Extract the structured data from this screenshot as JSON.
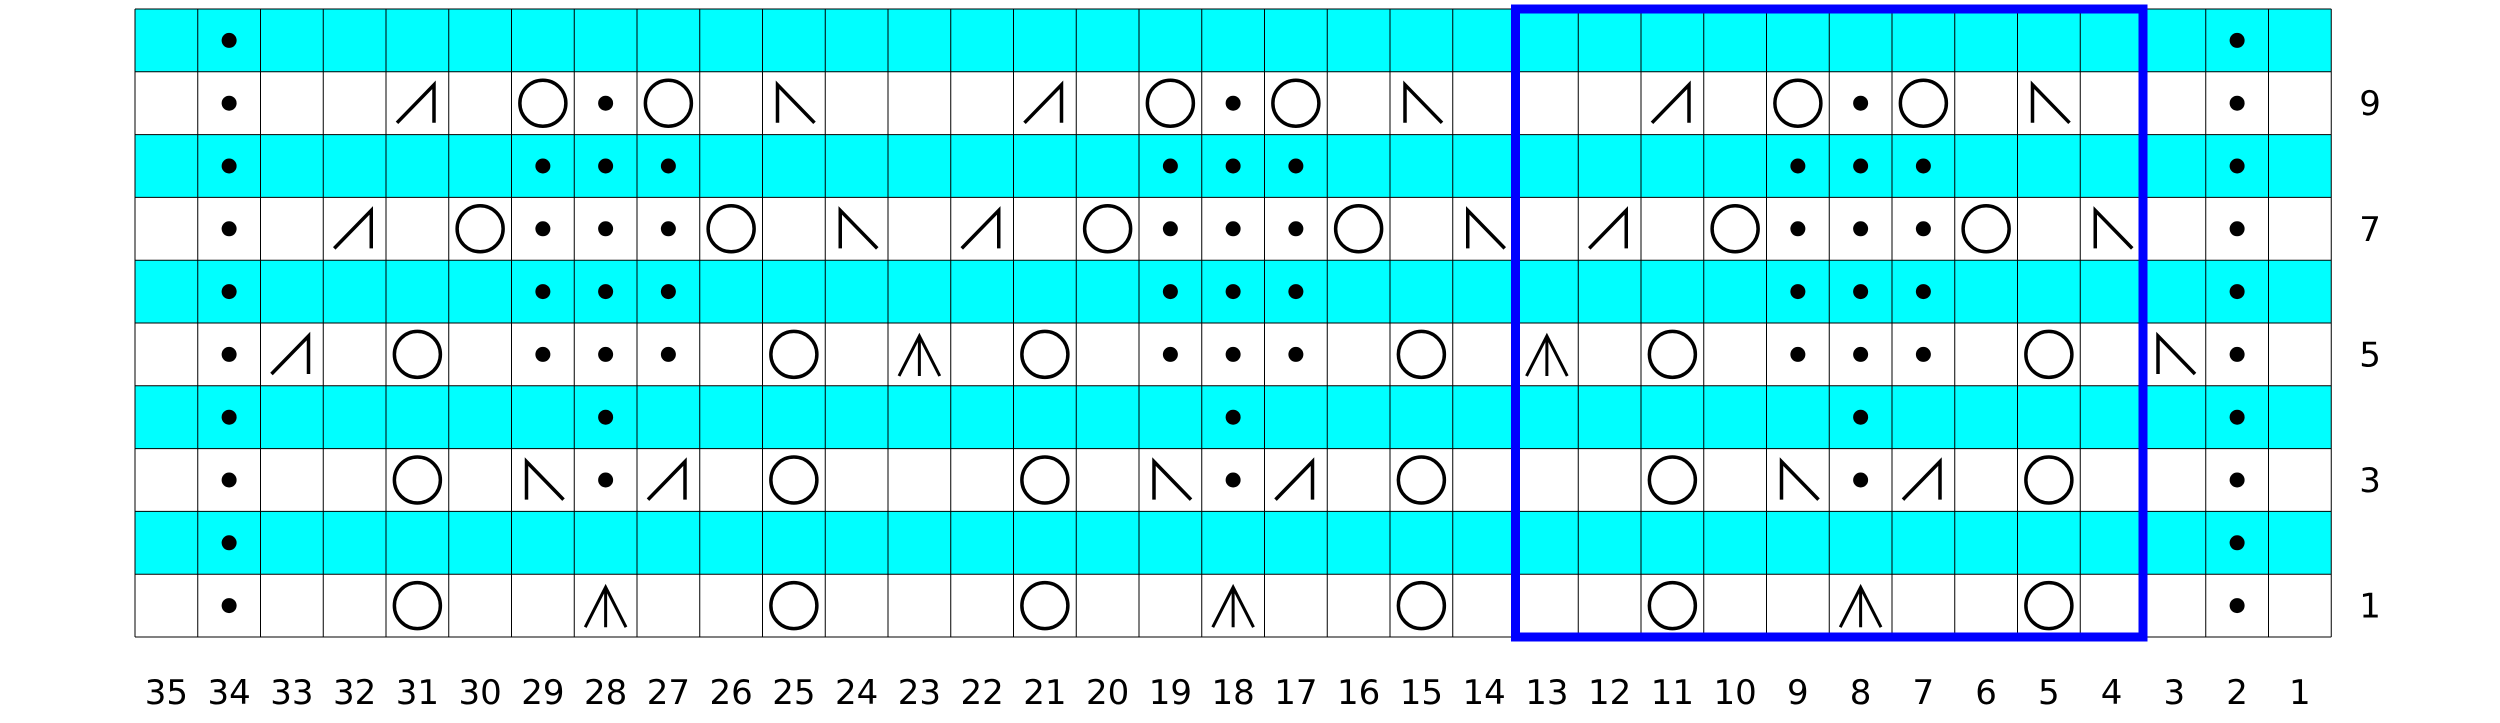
{
  "chart": {
    "columns": 35,
    "rows": 10,
    "row_numbers": [
      "1",
      "3",
      "5",
      "7",
      "9"
    ],
    "column_numbers": [
      "35",
      "34",
      "33",
      "32",
      "31",
      "30",
      "29",
      "28",
      "27",
      "26",
      "25",
      "24",
      "23",
      "22",
      "21",
      "20",
      "19",
      "18",
      "17",
      "16",
      "15",
      "14",
      "13",
      "12",
      "11",
      "10",
      "9",
      "8",
      "7",
      "6",
      "5",
      "4",
      "3",
      "2",
      "1"
    ],
    "colors": {
      "wrong_side_row": "#00ffff",
      "right_side_row": "#ffffff",
      "grid_line": "#000000",
      "repeat_box": "#0000ff",
      "symbol": "#000000"
    },
    "repeat": {
      "first_stitch": 4,
      "last_stitch": 13,
      "first_row": 1,
      "last_row": 10
    },
    "legend_icons": {
      "purl": "dot-icon",
      "yo": "circle-icon",
      "k2tog": "right-slant-decrease-icon",
      "ssk": "left-slant-decrease-icon",
      "cdd": "centered-double-decrease-icon"
    },
    "stitches": [
      {
        "row": 1,
        "col": 34,
        "sym": "purl"
      },
      {
        "row": 1,
        "col": 31,
        "sym": "yo"
      },
      {
        "row": 1,
        "col": 28,
        "sym": "cdd"
      },
      {
        "row": 1,
        "col": 25,
        "sym": "yo"
      },
      {
        "row": 1,
        "col": 21,
        "sym": "yo"
      },
      {
        "row": 1,
        "col": 18,
        "sym": "cdd"
      },
      {
        "row": 1,
        "col": 15,
        "sym": "yo"
      },
      {
        "row": 1,
        "col": 11,
        "sym": "yo"
      },
      {
        "row": 1,
        "col": 8,
        "sym": "cdd"
      },
      {
        "row": 1,
        "col": 5,
        "sym": "yo"
      },
      {
        "row": 1,
        "col": 2,
        "sym": "purl"
      },
      {
        "row": 2,
        "col": 34,
        "sym": "purl"
      },
      {
        "row": 2,
        "col": 2,
        "sym": "purl"
      },
      {
        "row": 3,
        "col": 34,
        "sym": "purl"
      },
      {
        "row": 3,
        "col": 31,
        "sym": "yo"
      },
      {
        "row": 3,
        "col": 29,
        "sym": "ssk"
      },
      {
        "row": 3,
        "col": 28,
        "sym": "purl"
      },
      {
        "row": 3,
        "col": 27,
        "sym": "k2tog"
      },
      {
        "row": 3,
        "col": 25,
        "sym": "yo"
      },
      {
        "row": 3,
        "col": 21,
        "sym": "yo"
      },
      {
        "row": 3,
        "col": 19,
        "sym": "ssk"
      },
      {
        "row": 3,
        "col": 18,
        "sym": "purl"
      },
      {
        "row": 3,
        "col": 17,
        "sym": "k2tog"
      },
      {
        "row": 3,
        "col": 15,
        "sym": "yo"
      },
      {
        "row": 3,
        "col": 11,
        "sym": "yo"
      },
      {
        "row": 3,
        "col": 9,
        "sym": "ssk"
      },
      {
        "row": 3,
        "col": 8,
        "sym": "purl"
      },
      {
        "row": 3,
        "col": 7,
        "sym": "k2tog"
      },
      {
        "row": 3,
        "col": 5,
        "sym": "yo"
      },
      {
        "row": 3,
        "col": 2,
        "sym": "purl"
      },
      {
        "row": 4,
        "col": 34,
        "sym": "purl"
      },
      {
        "row": 4,
        "col": 28,
        "sym": "purl"
      },
      {
        "row": 4,
        "col": 18,
        "sym": "purl"
      },
      {
        "row": 4,
        "col": 8,
        "sym": "purl"
      },
      {
        "row": 4,
        "col": 2,
        "sym": "purl"
      },
      {
        "row": 5,
        "col": 34,
        "sym": "purl"
      },
      {
        "row": 5,
        "col": 33,
        "sym": "k2tog"
      },
      {
        "row": 5,
        "col": 31,
        "sym": "yo"
      },
      {
        "row": 5,
        "col": 29,
        "sym": "purl"
      },
      {
        "row": 5,
        "col": 28,
        "sym": "purl"
      },
      {
        "row": 5,
        "col": 27,
        "sym": "purl"
      },
      {
        "row": 5,
        "col": 25,
        "sym": "yo"
      },
      {
        "row": 5,
        "col": 23,
        "sym": "cdd"
      },
      {
        "row": 5,
        "col": 21,
        "sym": "yo"
      },
      {
        "row": 5,
        "col": 19,
        "sym": "purl"
      },
      {
        "row": 5,
        "col": 18,
        "sym": "purl"
      },
      {
        "row": 5,
        "col": 17,
        "sym": "purl"
      },
      {
        "row": 5,
        "col": 15,
        "sym": "yo"
      },
      {
        "row": 5,
        "col": 13,
        "sym": "cdd"
      },
      {
        "row": 5,
        "col": 11,
        "sym": "yo"
      },
      {
        "row": 5,
        "col": 9,
        "sym": "purl"
      },
      {
        "row": 5,
        "col": 8,
        "sym": "purl"
      },
      {
        "row": 5,
        "col": 7,
        "sym": "purl"
      },
      {
        "row": 5,
        "col": 5,
        "sym": "yo"
      },
      {
        "row": 5,
        "col": 3,
        "sym": "ssk"
      },
      {
        "row": 5,
        "col": 2,
        "sym": "purl"
      },
      {
        "row": 6,
        "col": 34,
        "sym": "purl"
      },
      {
        "row": 6,
        "col": 29,
        "sym": "purl"
      },
      {
        "row": 6,
        "col": 28,
        "sym": "purl"
      },
      {
        "row": 6,
        "col": 27,
        "sym": "purl"
      },
      {
        "row": 6,
        "col": 19,
        "sym": "purl"
      },
      {
        "row": 6,
        "col": 18,
        "sym": "purl"
      },
      {
        "row": 6,
        "col": 17,
        "sym": "purl"
      },
      {
        "row": 6,
        "col": 9,
        "sym": "purl"
      },
      {
        "row": 6,
        "col": 8,
        "sym": "purl"
      },
      {
        "row": 6,
        "col": 7,
        "sym": "purl"
      },
      {
        "row": 6,
        "col": 2,
        "sym": "purl"
      },
      {
        "row": 7,
        "col": 34,
        "sym": "purl"
      },
      {
        "row": 7,
        "col": 32,
        "sym": "k2tog"
      },
      {
        "row": 7,
        "col": 30,
        "sym": "yo"
      },
      {
        "row": 7,
        "col": 29,
        "sym": "purl"
      },
      {
        "row": 7,
        "col": 28,
        "sym": "purl"
      },
      {
        "row": 7,
        "col": 27,
        "sym": "purl"
      },
      {
        "row": 7,
        "col": 26,
        "sym": "yo"
      },
      {
        "row": 7,
        "col": 24,
        "sym": "ssk"
      },
      {
        "row": 7,
        "col": 22,
        "sym": "k2tog"
      },
      {
        "row": 7,
        "col": 20,
        "sym": "yo"
      },
      {
        "row": 7,
        "col": 19,
        "sym": "purl"
      },
      {
        "row": 7,
        "col": 18,
        "sym": "purl"
      },
      {
        "row": 7,
        "col": 17,
        "sym": "purl"
      },
      {
        "row": 7,
        "col": 16,
        "sym": "yo"
      },
      {
        "row": 7,
        "col": 14,
        "sym": "ssk"
      },
      {
        "row": 7,
        "col": 12,
        "sym": "k2tog"
      },
      {
        "row": 7,
        "col": 10,
        "sym": "yo"
      },
      {
        "row": 7,
        "col": 9,
        "sym": "purl"
      },
      {
        "row": 7,
        "col": 8,
        "sym": "purl"
      },
      {
        "row": 7,
        "col": 7,
        "sym": "purl"
      },
      {
        "row": 7,
        "col": 6,
        "sym": "yo"
      },
      {
        "row": 7,
        "col": 4,
        "sym": "ssk"
      },
      {
        "row": 7,
        "col": 2,
        "sym": "purl"
      },
      {
        "row": 8,
        "col": 34,
        "sym": "purl"
      },
      {
        "row": 8,
        "col": 29,
        "sym": "purl"
      },
      {
        "row": 8,
        "col": 28,
        "sym": "purl"
      },
      {
        "row": 8,
        "col": 27,
        "sym": "purl"
      },
      {
        "row": 8,
        "col": 19,
        "sym": "purl"
      },
      {
        "row": 8,
        "col": 18,
        "sym": "purl"
      },
      {
        "row": 8,
        "col": 17,
        "sym": "purl"
      },
      {
        "row": 8,
        "col": 9,
        "sym": "purl"
      },
      {
        "row": 8,
        "col": 8,
        "sym": "purl"
      },
      {
        "row": 8,
        "col": 7,
        "sym": "purl"
      },
      {
        "row": 8,
        "col": 2,
        "sym": "purl"
      },
      {
        "row": 9,
        "col": 34,
        "sym": "purl"
      },
      {
        "row": 9,
        "col": 31,
        "sym": "k2tog"
      },
      {
        "row": 9,
        "col": 29,
        "sym": "yo"
      },
      {
        "row": 9,
        "col": 28,
        "sym": "purl"
      },
      {
        "row": 9,
        "col": 27,
        "sym": "yo"
      },
      {
        "row": 9,
        "col": 25,
        "sym": "ssk"
      },
      {
        "row": 9,
        "col": 21,
        "sym": "k2tog"
      },
      {
        "row": 9,
        "col": 19,
        "sym": "yo"
      },
      {
        "row": 9,
        "col": 18,
        "sym": "purl"
      },
      {
        "row": 9,
        "col": 17,
        "sym": "yo"
      },
      {
        "row": 9,
        "col": 15,
        "sym": "ssk"
      },
      {
        "row": 9,
        "col": 11,
        "sym": "k2tog"
      },
      {
        "row": 9,
        "col": 9,
        "sym": "yo"
      },
      {
        "row": 9,
        "col": 8,
        "sym": "purl"
      },
      {
        "row": 9,
        "col": 7,
        "sym": "yo"
      },
      {
        "row": 9,
        "col": 5,
        "sym": "ssk"
      },
      {
        "row": 9,
        "col": 2,
        "sym": "purl"
      },
      {
        "row": 10,
        "col": 34,
        "sym": "purl"
      },
      {
        "row": 10,
        "col": 2,
        "sym": "purl"
      }
    ]
  }
}
